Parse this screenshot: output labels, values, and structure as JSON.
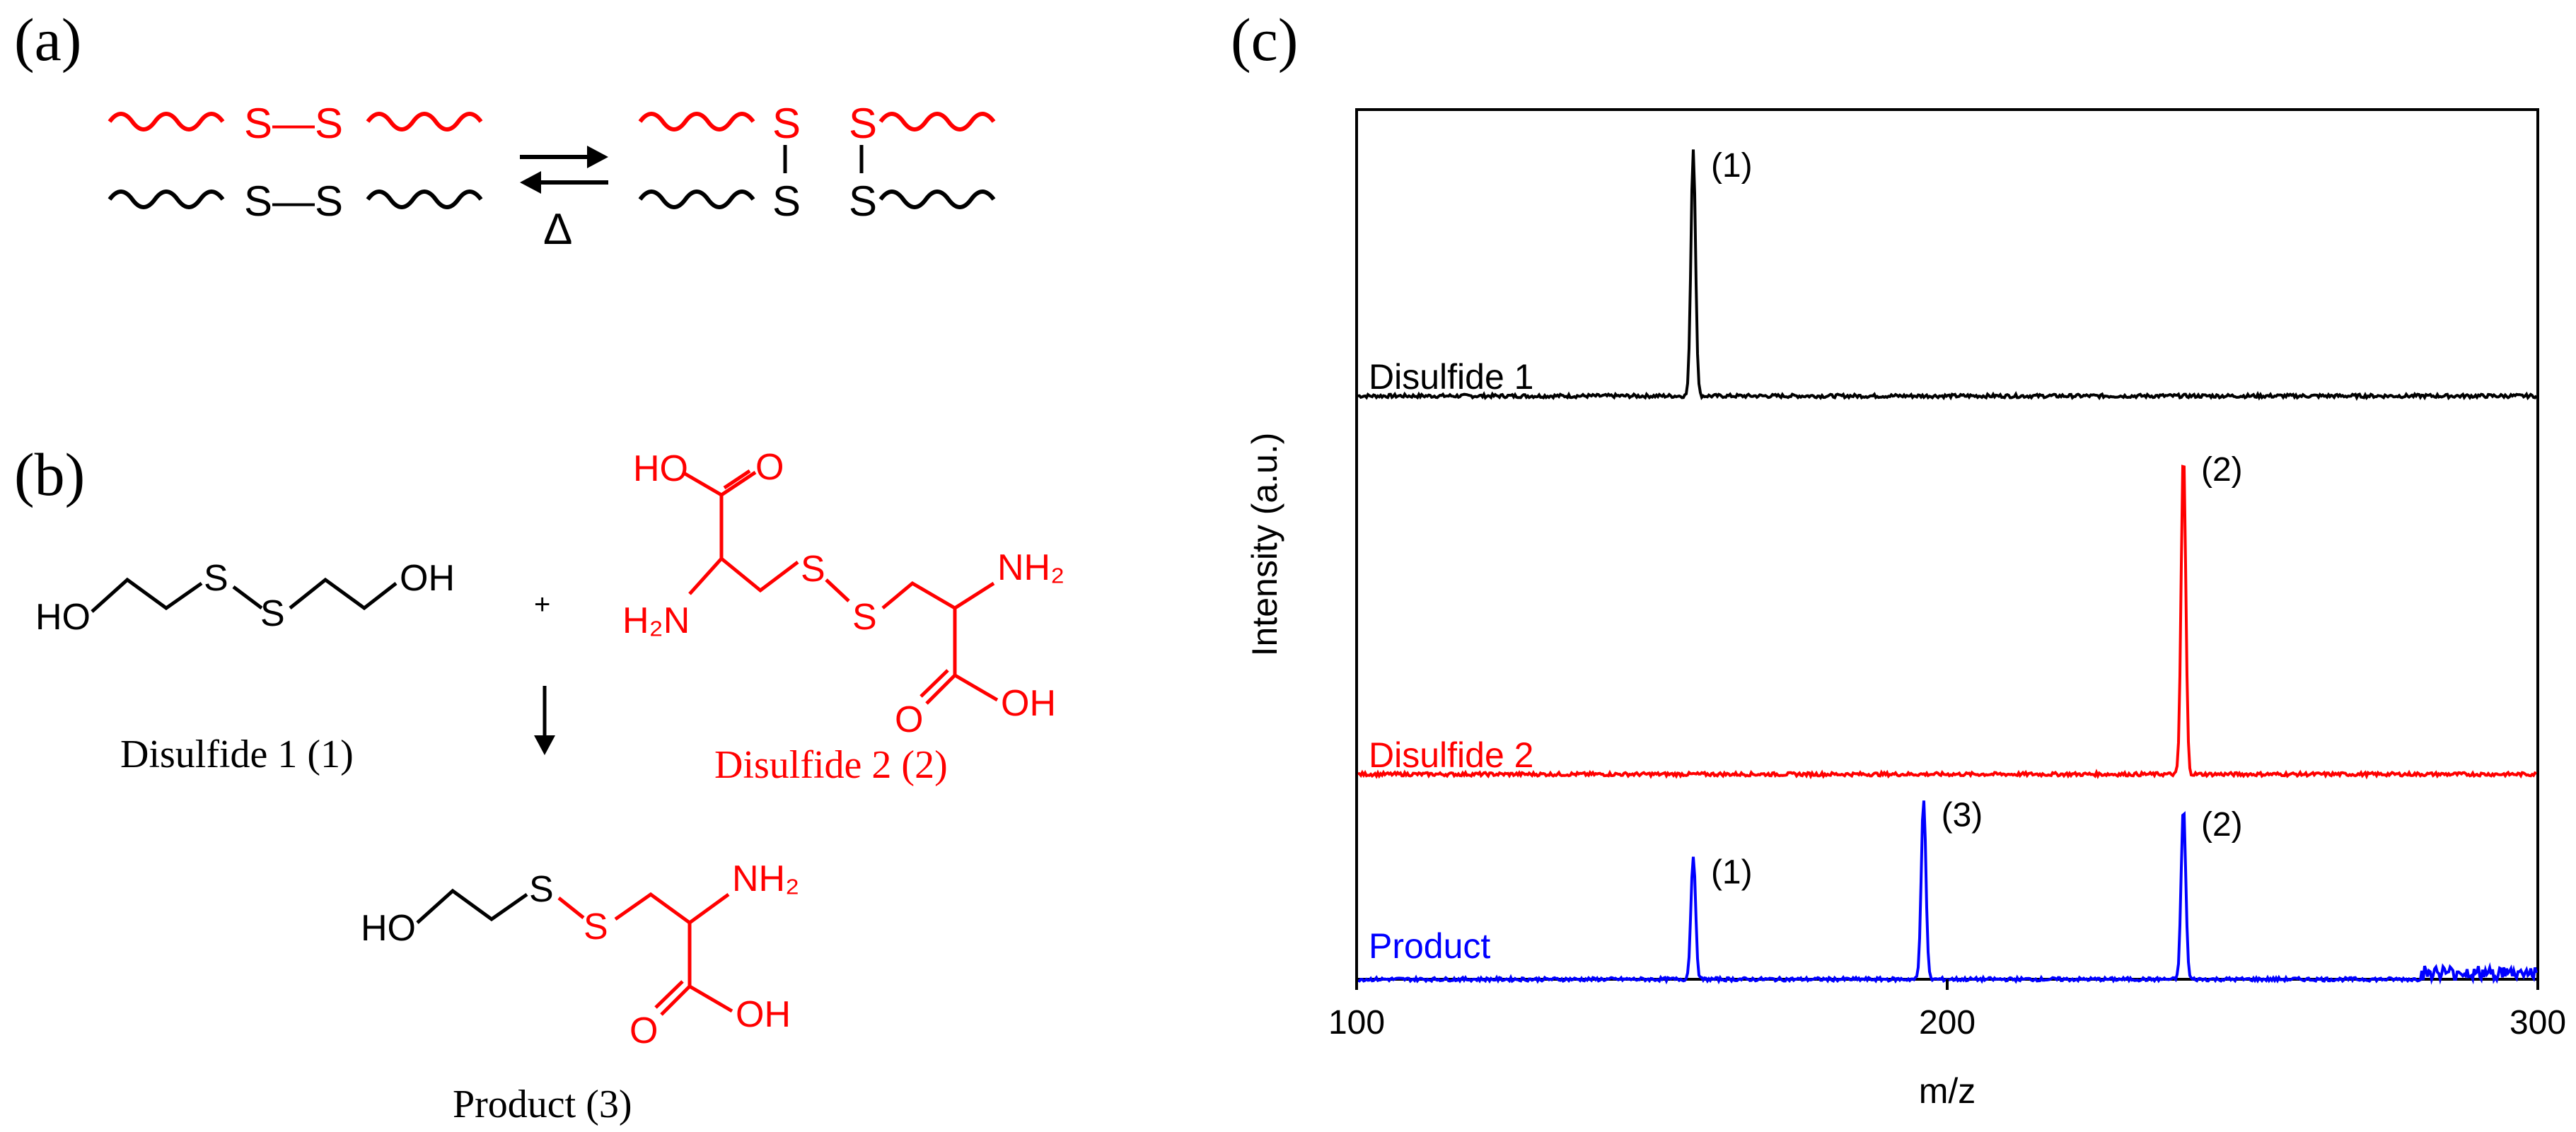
{
  "colors": {
    "black": "#000000",
    "red": "#ff0000",
    "blue": "#0000ff"
  },
  "panel_a": {
    "label": "(a)",
    "left_top": "S—S",
    "left_bottom": "S—S",
    "right_top_s1": "S",
    "right_top_s2": "S",
    "right_bottom_s1": "S",
    "right_bottom_s2": "S",
    "heat_symbol": "Δ"
  },
  "panel_b": {
    "label": "(b)",
    "d1_ho": "HO",
    "d1_oh": "OH",
    "d1_s1": "S",
    "d1_s2": "S",
    "plus": "+",
    "d2_ho": "HO",
    "d2_o": "O",
    "d2_h2n": "H₂N",
    "d2_s1": "S",
    "d2_s2": "S",
    "d2_nh2": "NH₂",
    "d2_o2": "O",
    "d2_oh": "OH",
    "p_ho": "HO",
    "p_s1": "S",
    "p_s2": "S",
    "p_nh2": "NH₂",
    "p_o": "O",
    "p_oh": "OH",
    "caption_d1": "Disulfide 1 (1)",
    "caption_d2": "Disulfide 2 (2)",
    "caption_p": "Product (3)"
  },
  "panel_c": {
    "label": "(c)"
  },
  "chart_data": {
    "type": "line",
    "xlabel": "m/z",
    "ylabel": "Intensity (a.u.)",
    "xlim": [
      100,
      300
    ],
    "xticks": [
      "100",
      "200",
      "300"
    ],
    "series": [
      {
        "name": "Disulfide 1",
        "color": "#000000",
        "peaks": [
          {
            "x": 157,
            "y": 1.0,
            "label": "(1)"
          }
        ]
      },
      {
        "name": "Disulfide 2",
        "color": "#ff0000",
        "peaks": [
          {
            "x": 240,
            "y": 1.0,
            "label": "(2)"
          }
        ]
      },
      {
        "name": "Product",
        "color": "#0000ff",
        "peaks": [
          {
            "x": 157,
            "y": 0.65,
            "label": "(1)"
          },
          {
            "x": 196,
            "y": 0.95,
            "label": "(3)"
          },
          {
            "x": 240,
            "y": 0.9,
            "label": "(2)"
          }
        ]
      }
    ]
  }
}
